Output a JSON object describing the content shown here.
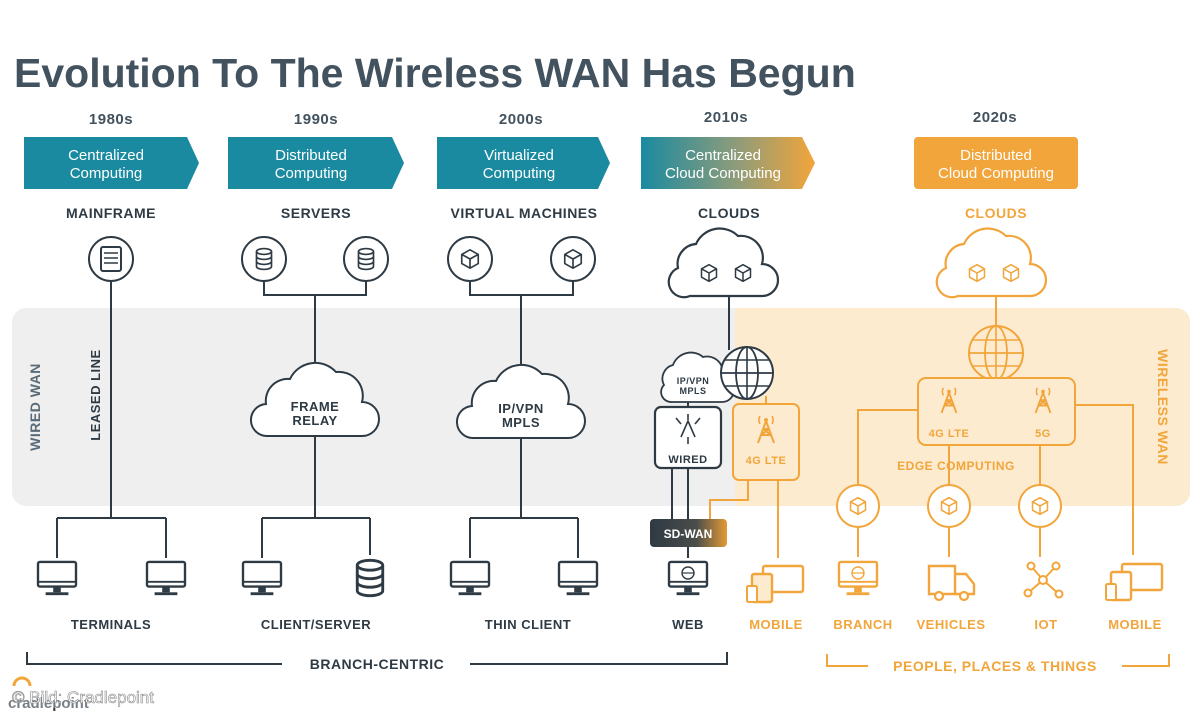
{
  "title": "Evolution To The Wireless WAN Has Begun",
  "colors": {
    "teal": "#1a8aa0",
    "orange": "#f2a53a",
    "dark": "#2e3a44",
    "band_gray": "#efefef",
    "band_orange": "#fdebd0",
    "text_gray": "#42525e"
  },
  "eras": [
    {
      "decade": "1980s",
      "label_line1": "Centralized",
      "label_line2": "Computing",
      "tier": "MAINFRAME",
      "device": "TERMINALS"
    },
    {
      "decade": "1990s",
      "label_line1": "Distributed",
      "label_line2": "Computing",
      "tier": "SERVERS",
      "network": {
        "line1": "FRAME",
        "line2": "RELAY"
      },
      "device": "CLIENT/SERVER"
    },
    {
      "decade": "2000s",
      "label_line1": "Virtualized",
      "label_line2": "Computing",
      "tier": "VIRTUAL MACHINES",
      "network": {
        "line1": "IP/VPN",
        "line2": "MPLS"
      },
      "device": "THIN CLIENT"
    },
    {
      "decade": "2010s",
      "label_line1": "Centralized",
      "label_line2": "Cloud Computing",
      "tier": "CLOUDS",
      "network": {
        "line1": "IP/VPN",
        "line2": "MPLS"
      },
      "devices": [
        "WEB",
        "MOBILE"
      ]
    },
    {
      "decade": "2020s",
      "label_line1": "Distributed",
      "label_line2": "Cloud Computing",
      "tier": "CLOUDS",
      "devices": [
        "BRANCH",
        "VEHICLES",
        "IOT",
        "MOBILE"
      ]
    }
  ],
  "band": {
    "left_label": "WIRED WAN",
    "right_label": "WIRELESS WAN",
    "leased_line": "LEASED LINE"
  },
  "nodes": {
    "wired": "WIRED",
    "lte_2010": "4G LTE",
    "sdwan": "SD-WAN",
    "lte_2020": "4G LTE",
    "g5": "5G",
    "edge": "EDGE COMPUTING"
  },
  "brackets": {
    "left": "BRANCH-CENTRIC",
    "right": "PEOPLE, PLACES & THINGS"
  },
  "credit": "© Bild: Cradlepoint",
  "logo": "cradlepoint"
}
